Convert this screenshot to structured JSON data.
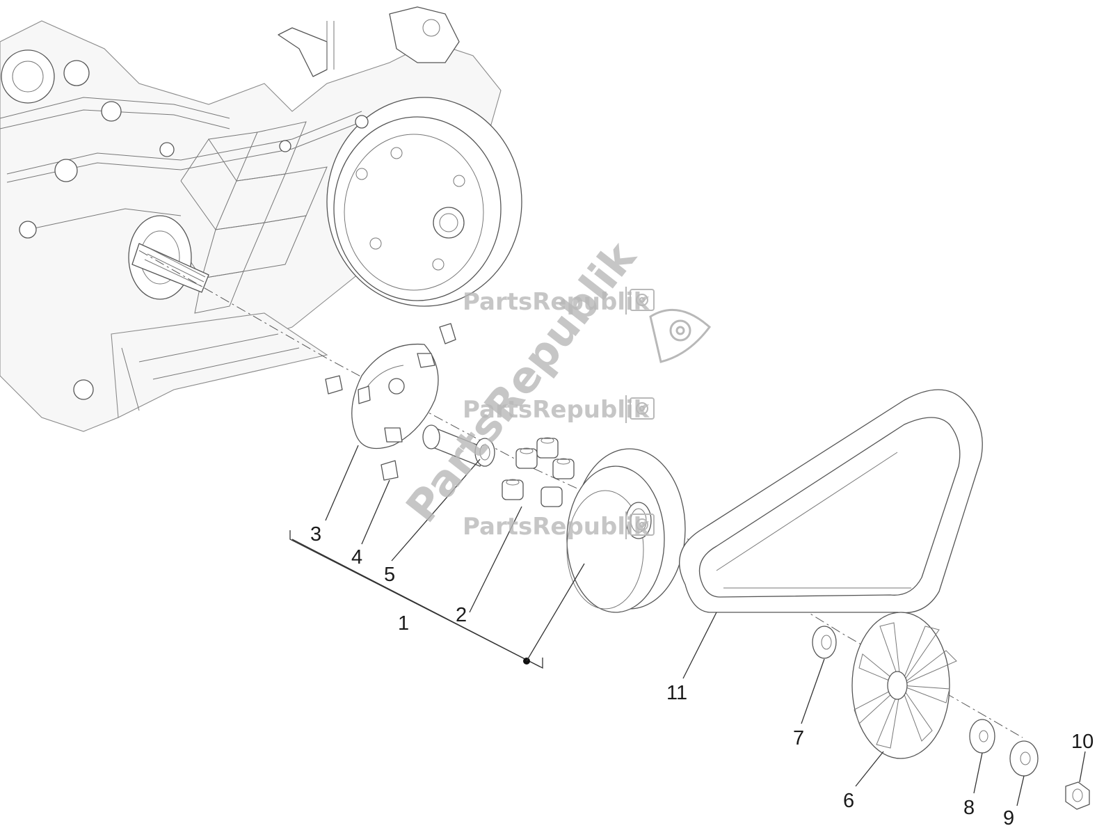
{
  "watermark": {
    "text": "PartsRepublik"
  },
  "callouts": [
    {
      "id": "1",
      "label": "1"
    },
    {
      "id": "2",
      "label": "2"
    },
    {
      "id": "3",
      "label": "3"
    },
    {
      "id": "4",
      "label": "4"
    },
    {
      "id": "5",
      "label": "5"
    },
    {
      "id": "6",
      "label": "6"
    },
    {
      "id": "7",
      "label": "7"
    },
    {
      "id": "8",
      "label": "8"
    },
    {
      "id": "9",
      "label": "9"
    },
    {
      "id": "10",
      "label": "10"
    },
    {
      "id": "11",
      "label": "11"
    }
  ],
  "colors": {
    "line": "#555555",
    "watermark": "#b8b8b8",
    "text": "#1a1a1a"
  }
}
